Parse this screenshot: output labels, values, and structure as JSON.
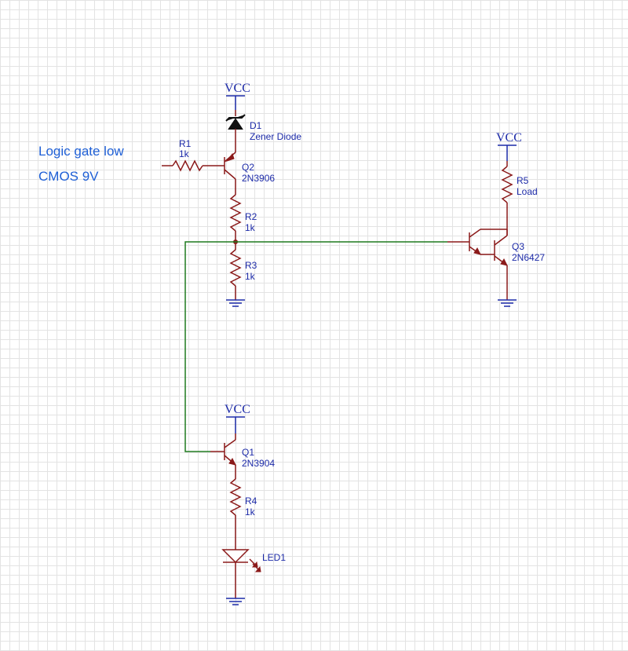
{
  "notes": {
    "line1": "Logic gate low",
    "line2": "CMOS 9V"
  },
  "power": {
    "vcc_top": "VCC",
    "vcc_right": "VCC",
    "vcc_bottom": "VCC"
  },
  "components": {
    "d1": {
      "ref": "D1",
      "value": "Zener Diode"
    },
    "r1": {
      "ref": "R1",
      "value": "1k"
    },
    "q2": {
      "ref": "Q2",
      "value": "2N3906"
    },
    "r2": {
      "ref": "R2",
      "value": "1k"
    },
    "r3": {
      "ref": "R3",
      "value": "1k"
    },
    "r5": {
      "ref": "R5",
      "value": "Load"
    },
    "q3": {
      "ref": "Q3",
      "value": "2N6427"
    },
    "q1": {
      "ref": "Q1",
      "value": "2N3904"
    },
    "r4": {
      "ref": "R4",
      "value": "1k"
    },
    "led1": {
      "ref": "LED1"
    }
  },
  "colors": {
    "wire": "#8b1a1a",
    "net": "#1f7a1f",
    "symbol": "#1c2aa8",
    "note": "#1e5fd6",
    "grid": "#e3e3e3"
  }
}
